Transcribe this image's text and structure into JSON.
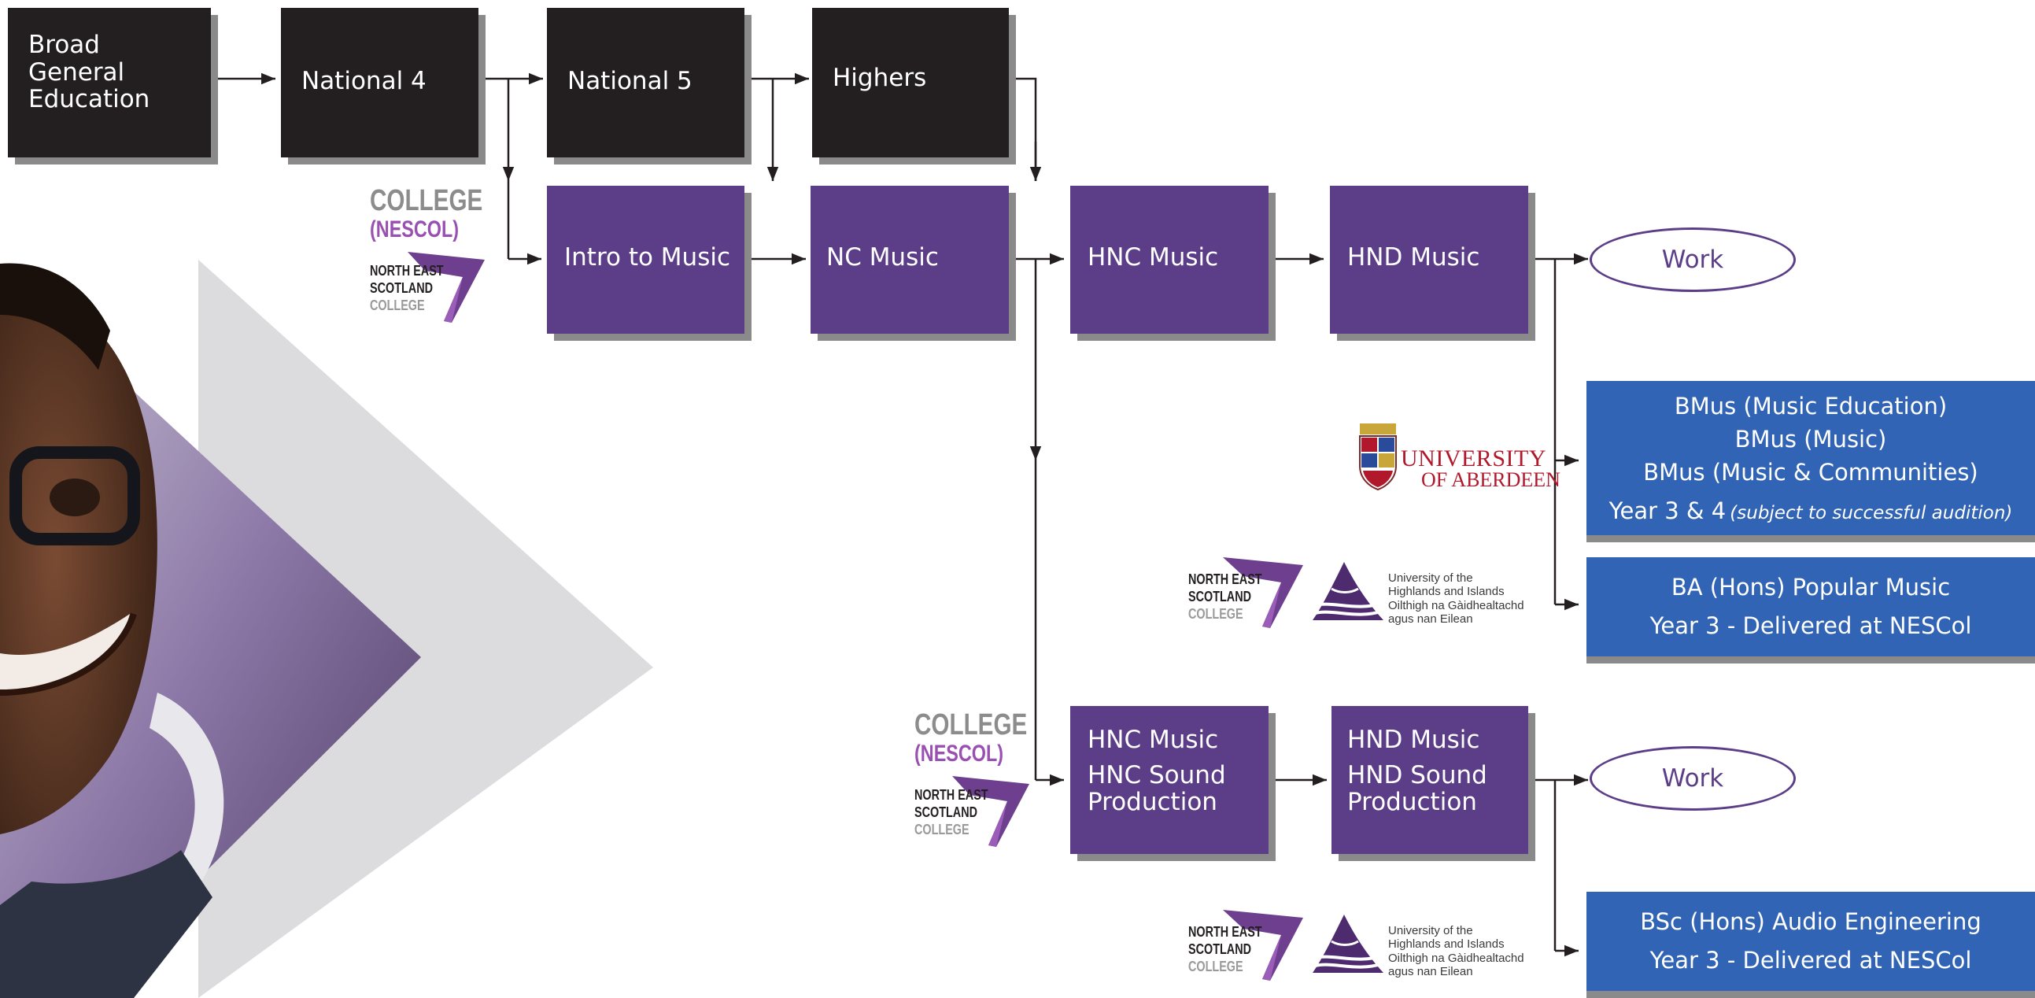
{
  "nodes": {
    "bge": [
      "Broad",
      "General",
      "Education"
    ],
    "national4": "National 4",
    "national5": "National 5",
    "highers": "Highers",
    "intro_music": "Intro to Music",
    "nc_music": "NC Music",
    "hnc_music": "HNC Music",
    "hnd_music": "HND Music",
    "work_1": "Work",
    "work_2": "Work",
    "hnc_lower": [
      "HNC Music",
      "HNC Sound",
      "Production"
    ],
    "hnd_lower": [
      "HND Music",
      "HND Sound",
      "Production"
    ],
    "bmus": {
      "lines": [
        "BMus (Music Education)",
        "BMus (Music)",
        "BMus (Music & Communities)"
      ],
      "year": "Year 3 & 4",
      "note": "(subject to successful audition)"
    },
    "ba": [
      "BA (Hons) Popular Music",
      "Year 3 - Delivered at NESCol"
    ],
    "bsc": [
      "BSc (Hons) Audio Engineering",
      "Year 3 - Delivered at NESCol"
    ]
  },
  "logos": {
    "nescol": {
      "college": "COLLEGE",
      "nescol": "(NESCOL)",
      "mark": [
        "NORTH EAST",
        "SCOTLAND",
        "COLLEGE"
      ]
    },
    "uhi": [
      "University of the",
      "Highlands and Islands",
      "Oilthigh na Gàidhealtachd",
      "agus nan Eilean"
    ],
    "aberdeen": {
      "line1": "UNIVERSITY",
      "line2": "OF ABERDEEN"
    }
  },
  "colors": {
    "school_box": "#231f20",
    "college_box": "#5b3e87",
    "university_box": "#3164b4",
    "shadow": "#8a8a8a",
    "connector": "#231f20"
  }
}
